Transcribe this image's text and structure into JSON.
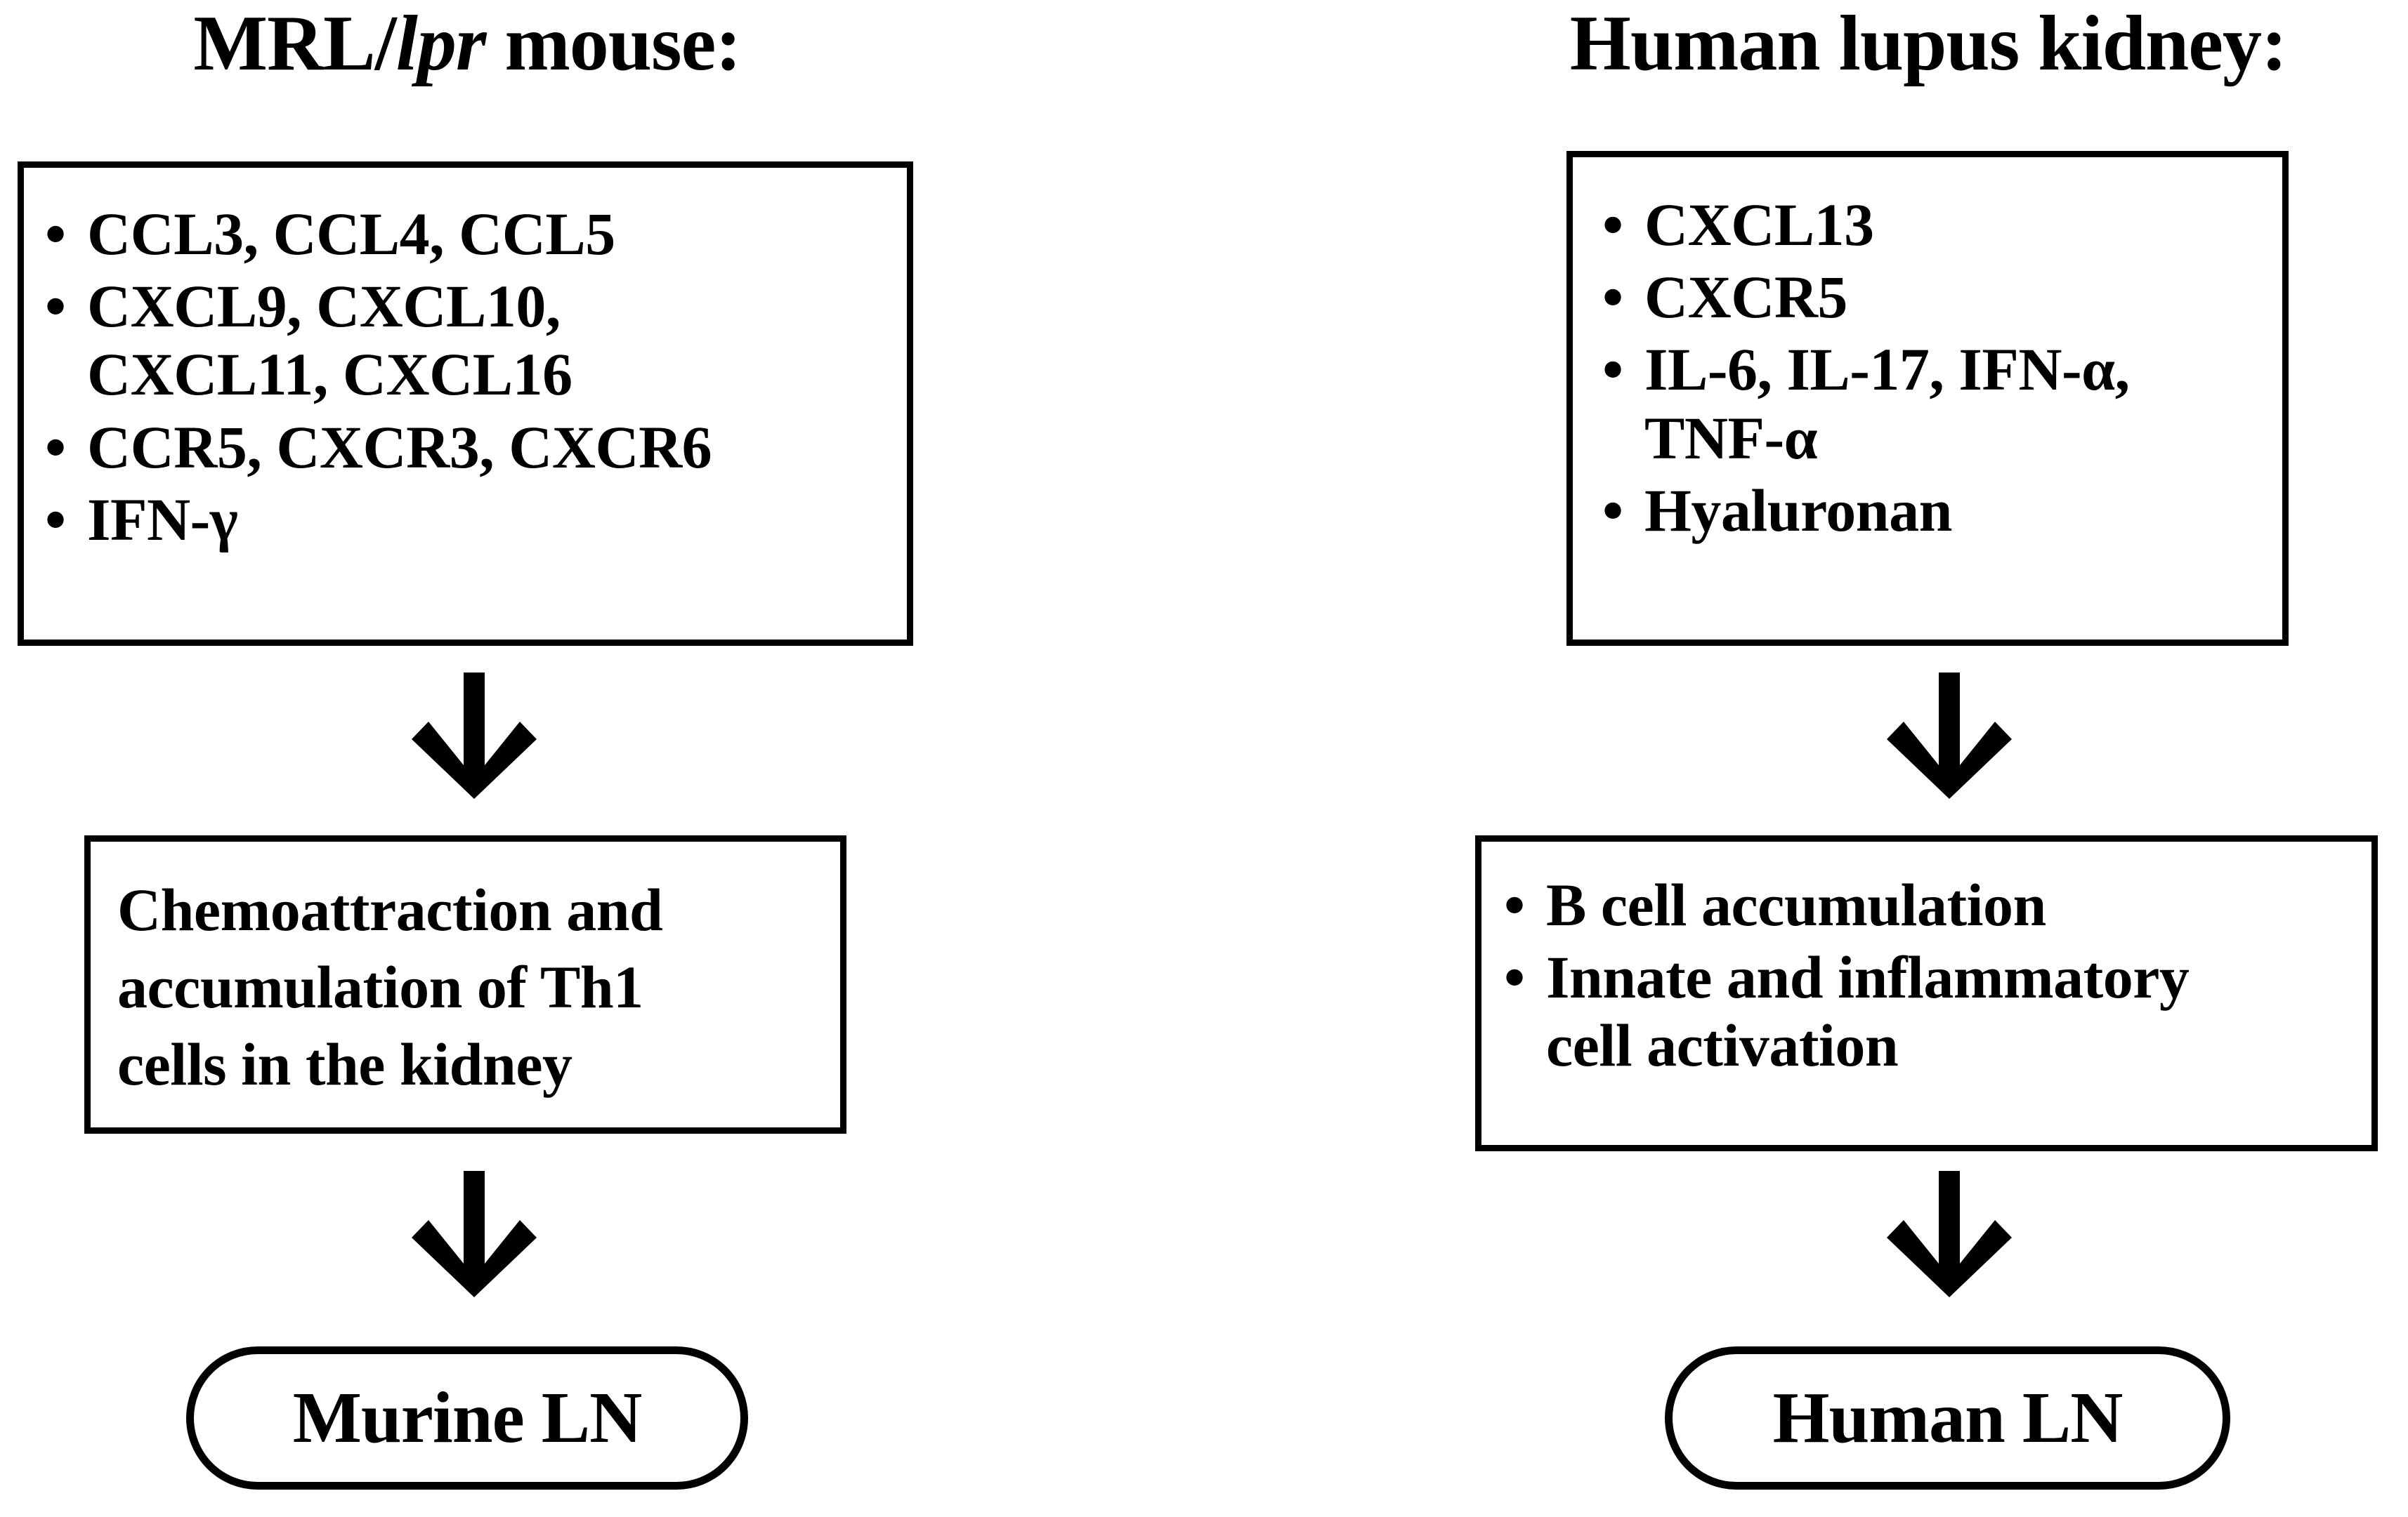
{
  "figure": {
    "type": "flow-diagram",
    "background_color": "#ffffff",
    "stroke_color": "#000000",
    "columns": 2
  },
  "left_column": {
    "title_prefix": "MRL/",
    "title_italic": "lpr",
    "title_suffix": " mouse:",
    "mediators_box": {
      "bullets": [
        "CCL3, CCL4, CCL5",
        "CXCL9, CXCL10,\nCXCL11, CXCL16",
        "CCR5, CXCR3, CXCR6",
        "IFN-γ"
      ]
    },
    "arrow_1": "down-arrow",
    "outcome_box": {
      "text": "Chemoattraction and\naccumulation of Th1\ncells in the kidney"
    },
    "arrow_2": "down-arrow",
    "result_box": {
      "label": "Murine LN"
    }
  },
  "right_column": {
    "title": "Human lupus kidney:",
    "mediators_box": {
      "bullets": [
        "CXCL13",
        "CXCR5",
        "IL-6, IL-17, IFN-α,\nTNF-α",
        "Hyaluronan"
      ]
    },
    "arrow_1": "down-arrow",
    "outcome_box": {
      "bullets": [
        "B cell accumulation",
        "Innate and inflammatory\ncell activation"
      ]
    },
    "arrow_2": "down-arrow",
    "result_box": {
      "label": "Human LN"
    }
  }
}
